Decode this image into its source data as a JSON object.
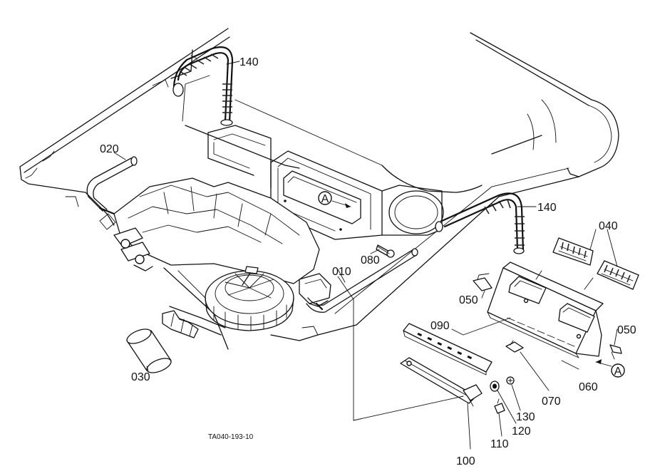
{
  "labels": {
    "p140_top": "140",
    "p140_right": "140",
    "p020": "020",
    "p010": "010",
    "p080": "080",
    "p040": "040",
    "p050_left": "050",
    "p050_right": "050",
    "p090": "090",
    "p060": "060",
    "p070": "070",
    "p030": "030",
    "p130": "130",
    "p120": "120",
    "p110": "110",
    "p100": "100",
    "ref_a_main": "A",
    "ref_a_right": "A"
  },
  "caption": "TA040-193-10"
}
